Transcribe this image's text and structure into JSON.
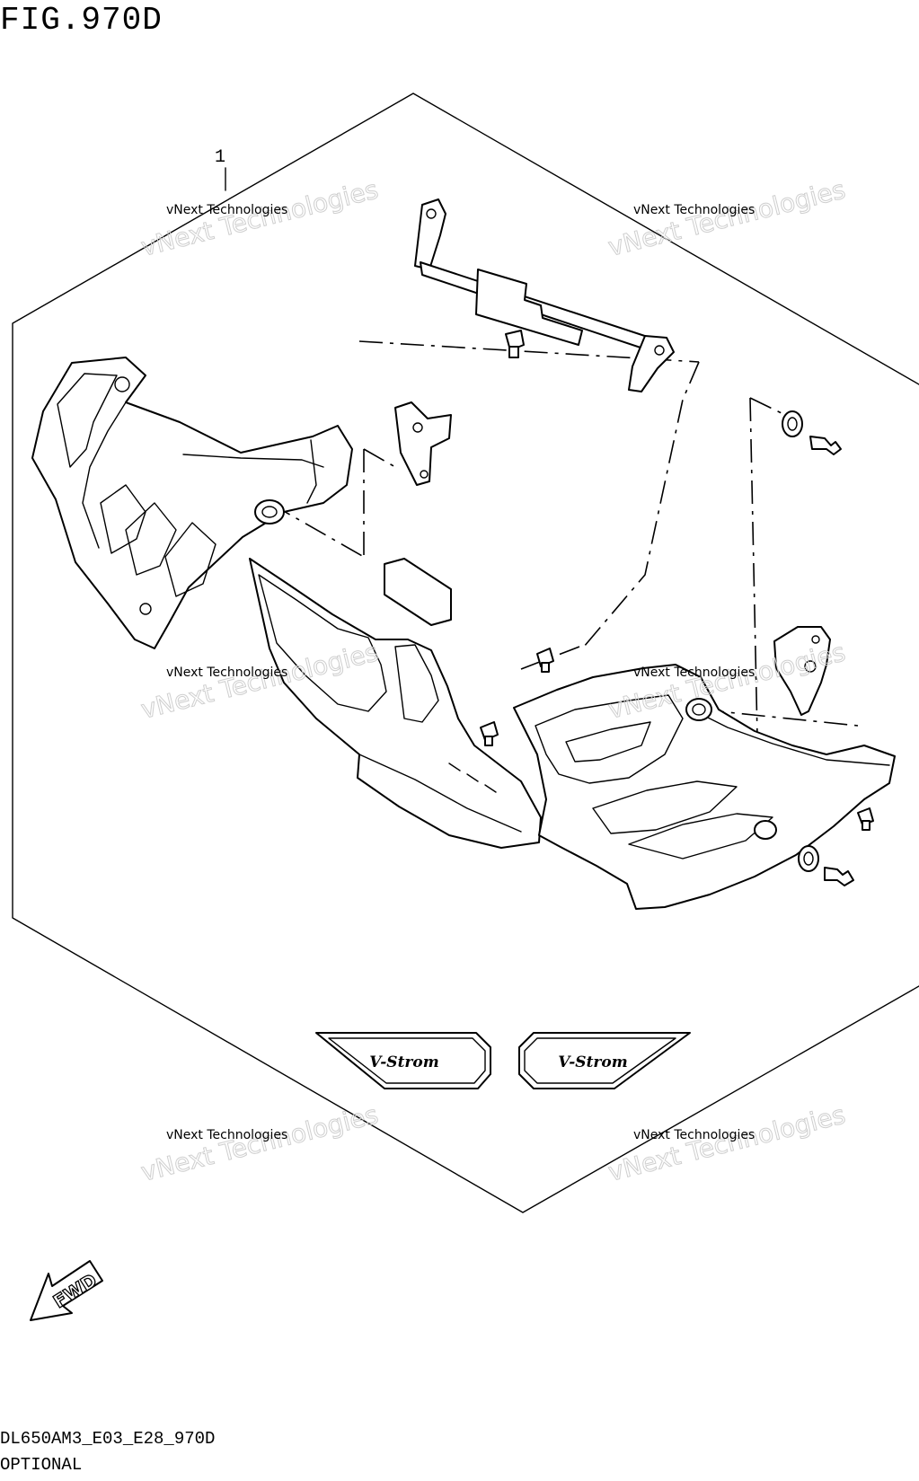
{
  "figure": {
    "title": "FIG.970D",
    "callout_number": "1",
    "footer_code": "DL650AM3_E03_E28_970D",
    "footer_note": "OPTIONAL"
  },
  "watermark": {
    "line1": "vNext Technologies",
    "line2": "vNext Technologies"
  },
  "emblems": {
    "left": "V-Strom",
    "right": "V-Strom"
  },
  "fwd_arrow": {
    "label": "FWD"
  }
}
